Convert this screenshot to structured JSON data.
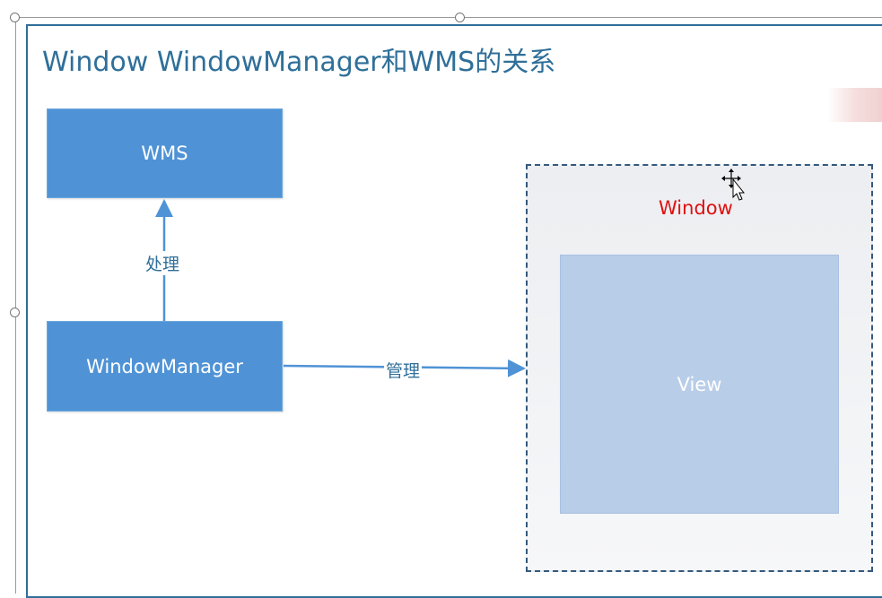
{
  "title": "Window WindowManager和WMS的关系",
  "nodes": {
    "wms": "WMS",
    "window_manager": "WindowManager",
    "window": "Window",
    "view": "View"
  },
  "edges": {
    "handle": "处理",
    "manage": "管理"
  },
  "colors": {
    "title": "#2f6f99",
    "node_fill": "#4f93d6",
    "view_fill": "#b8cde8",
    "window_label": "#e01010",
    "arrow": "#4f93d6"
  }
}
